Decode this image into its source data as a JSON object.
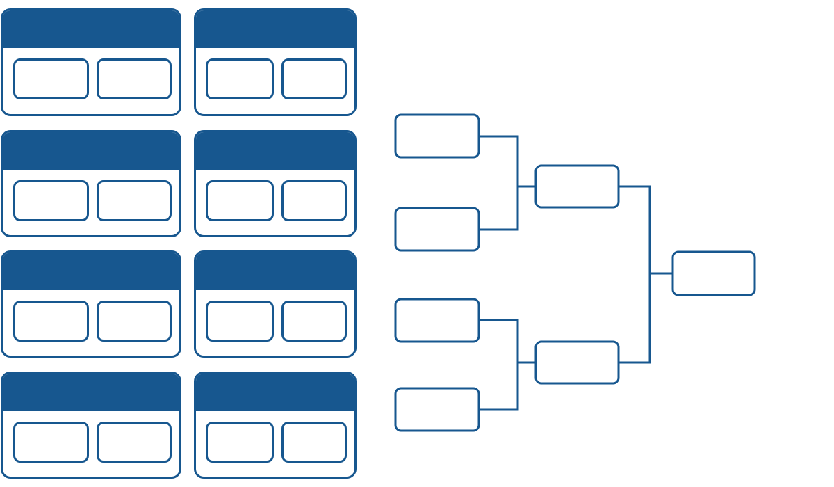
{
  "diagram": {
    "type": "tournament-bracket-template",
    "colors": {
      "primary": "#17578f",
      "background": "#ffffff"
    },
    "group_stage": {
      "rows": 4,
      "columns": 2,
      "slots_per_group": 2
    },
    "knockout": {
      "rounds": [
        {
          "slots": 4
        },
        {
          "slots": 2
        },
        {
          "slots": 1
        }
      ]
    }
  }
}
